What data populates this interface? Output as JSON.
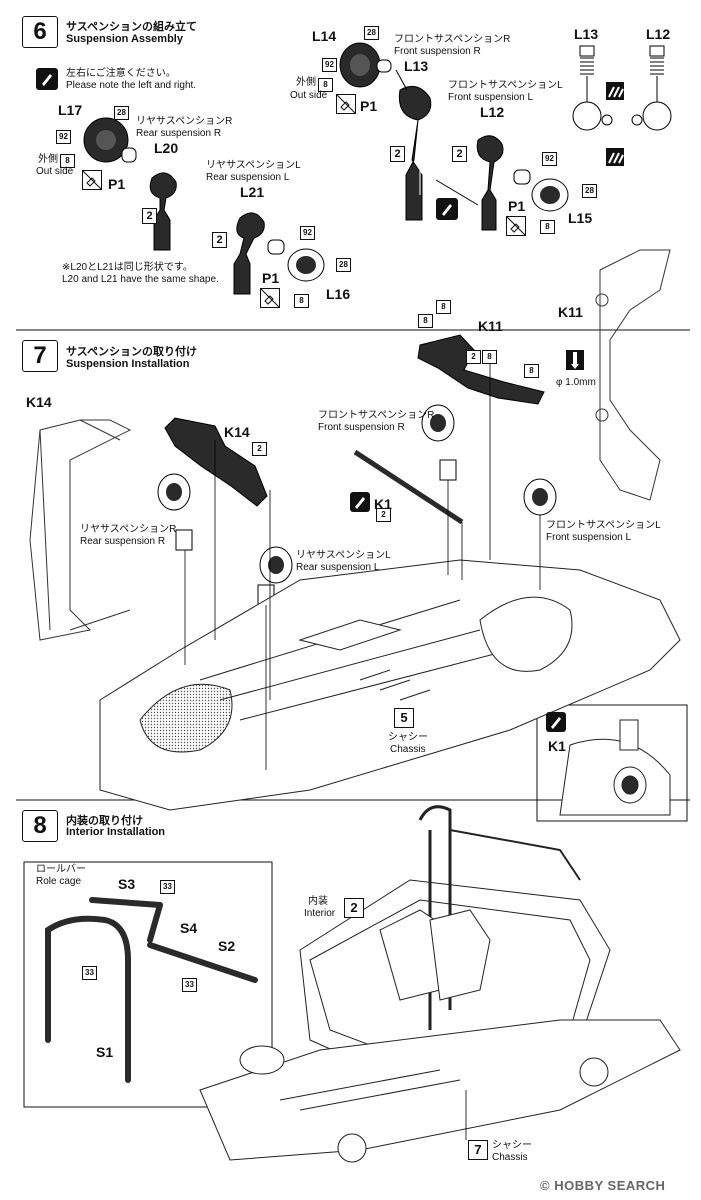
{
  "step6": {
    "number": "6",
    "title_jp": "サスペンションの組み立て",
    "title_en": "Suspension Assembly",
    "note_jp": "左右にご注意ください。",
    "note_en": "Please note the left and right.",
    "front_r_jp": "フロントサスペンションR",
    "front_r_en": "Front suspension R",
    "front_l_jp": "フロントサスペンションL",
    "front_l_en": "Front suspension L",
    "rear_r_jp": "リヤサスペンションR",
    "rear_r_en": "Rear suspension R",
    "rear_l_jp": "リヤサスペンションL",
    "rear_l_en": "Rear suspension L",
    "outside_jp": "外側",
    "outside_en": "Out side",
    "same_shape_jp": "※L20とL21は同じ形状です。",
    "same_shape_en": "L20 and L21 have the same shape.",
    "parts": {
      "l12": "L12",
      "l13": "L13",
      "l14": "L14",
      "l15": "L15",
      "l16": "L16",
      "l17": "L17",
      "l20": "L20",
      "l21": "L21",
      "p1": "P1"
    },
    "colors": {
      "c28": "28",
      "c92": "92",
      "c8": "8",
      "c2": "2"
    }
  },
  "step7": {
    "number": "7",
    "title_jp": "サスペンションの取り付け",
    "title_en": "Suspension Installation",
    "k11": "K11",
    "k14": "K14",
    "k1": "K1",
    "drill": "φ 1.0mm",
    "front_r_jp": "フロントサスペンションR",
    "front_r_en": "Front suspension R",
    "front_l_jp": "フロントサスペンションL",
    "front_l_en": "Front suspension L",
    "rear_r_jp": "リヤサスペンションR",
    "rear_r_en": "Rear suspension R",
    "rear_l_jp": "リヤサスペンションL",
    "rear_l_en": "Rear suspension L",
    "chassis_num": "5",
    "chassis_jp": "シャシー",
    "chassis_en": "Chassis",
    "colors": {
      "c8": "8",
      "c2": "2"
    }
  },
  "step8": {
    "number": "8",
    "title_jp": "内装の取り付け",
    "title_en": "Interior Installation",
    "rollbar_jp": "ロールバー",
    "rollbar_en": "Role cage",
    "parts": {
      "s1": "S1",
      "s2": "S2",
      "s3": "S3",
      "s4": "S4"
    },
    "color33": "33",
    "interior_num": "2",
    "interior_jp": "内装",
    "interior_en": "Interior",
    "chassis_num": "7",
    "chassis_jp": "シャシー",
    "chassis_en": "Chassis"
  },
  "watermark": "HOBBY SEARCH",
  "watermark_copy": "©"
}
